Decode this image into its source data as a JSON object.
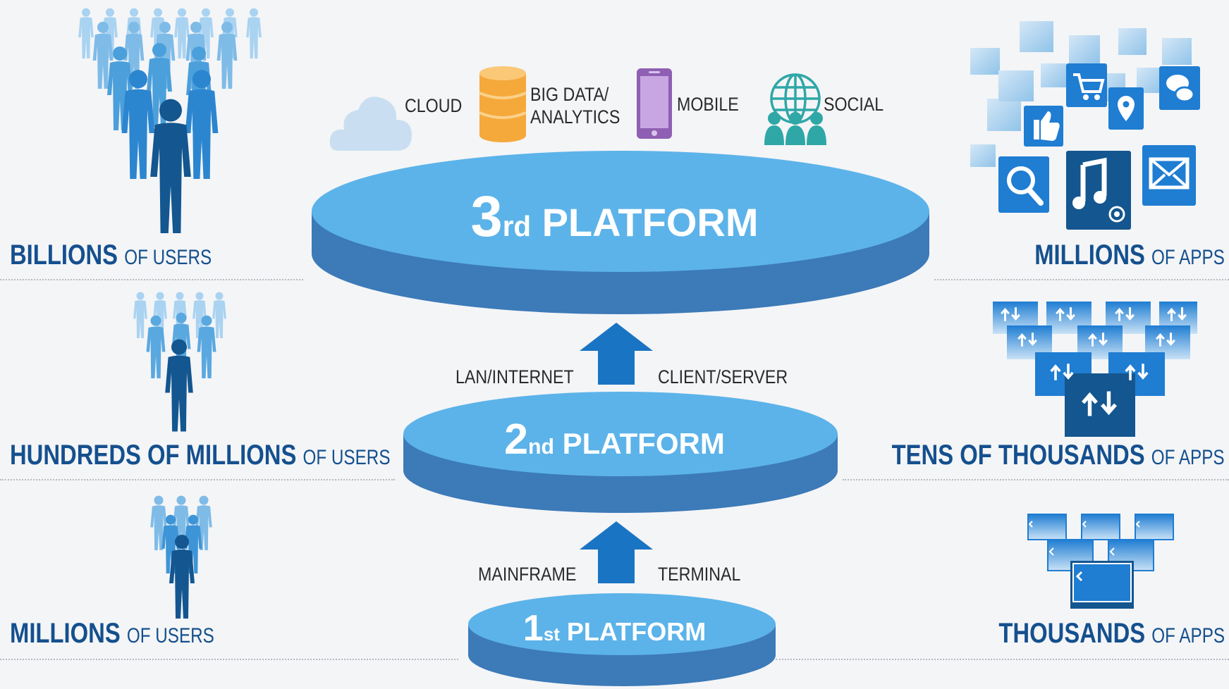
{
  "colors": {
    "background": "#f4f5f7",
    "platform_top": "#5cb3e9",
    "platform_side": "#3c7ab8",
    "label_blue": "#15508e",
    "arrow": "#1a74c4"
  },
  "platforms": {
    "third": {
      "num": "3",
      "suffix": "rd",
      "word": "PLATFORM"
    },
    "second": {
      "num": "2",
      "suffix": "nd",
      "word": "PLATFORM"
    },
    "first": {
      "num": "1",
      "suffix": "st",
      "word": "PLATFORM"
    }
  },
  "technologies": [
    {
      "icon": "cloud-icon",
      "line1": "CLOUD",
      "line2": ""
    },
    {
      "icon": "database-icon",
      "line1": "BIG DATA/",
      "line2": "ANALYTICS"
    },
    {
      "icon": "mobile-phone-icon",
      "line1": "MOBILE",
      "line2": ""
    },
    {
      "icon": "globe-people-icon",
      "line1": "SOCIAL",
      "line2": ""
    }
  ],
  "connectors": {
    "upper": {
      "left": "LAN/INTERNET",
      "right": "CLIENT/SERVER"
    },
    "lower": {
      "left": "MAINFRAME",
      "right": "TERMINAL"
    }
  },
  "users": {
    "tier3": {
      "bold": "BILLIONS",
      "normal": "OF USERS"
    },
    "tier2": {
      "bold": "HUNDREDS OF MILLIONS",
      "normal": "OF USERS"
    },
    "tier1": {
      "bold": "MILLIONS",
      "normal": "OF USERS"
    }
  },
  "apps": {
    "tier3": {
      "bold": "MILLIONS",
      "normal": "OF APPS"
    },
    "tier2": {
      "bold": "TENS OF THOUSANDS",
      "normal": "OF APPS"
    },
    "tier1": {
      "bold": "THOUSANDS",
      "normal": "OF APPS"
    }
  },
  "app_icons": [
    "thumbs-up-icon",
    "shopping-cart-icon",
    "map-pin-icon",
    "chat-bubble-icon",
    "search-icon",
    "music-note-icon",
    "mail-icon"
  ]
}
